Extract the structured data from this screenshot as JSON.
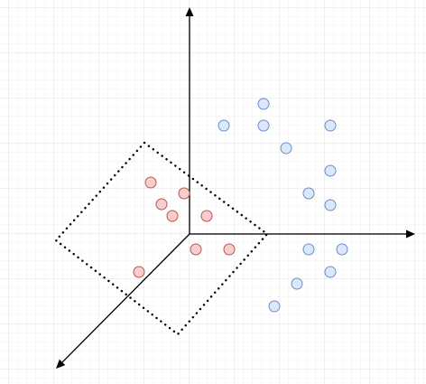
{
  "canvas": {
    "background": "#ffffff",
    "grid_color_minor": "#f0f0f0",
    "grid_color_major": "#e2e2e2",
    "grid_visible": true
  },
  "axes": {
    "color": "#000000",
    "directions": [
      "up",
      "right",
      "down-left"
    ]
  },
  "boundary": {
    "shape": "diamond",
    "style": "dotted",
    "color": "#000000",
    "encloses": "red-points"
  },
  "point_groups": [
    {
      "name": "red-points",
      "fill": "#f8cecc",
      "stroke": "#b85450",
      "count": 8
    },
    {
      "name": "blue-points",
      "fill": "#dae8fc",
      "stroke": "#6c8ebf",
      "count": 13
    }
  ]
}
